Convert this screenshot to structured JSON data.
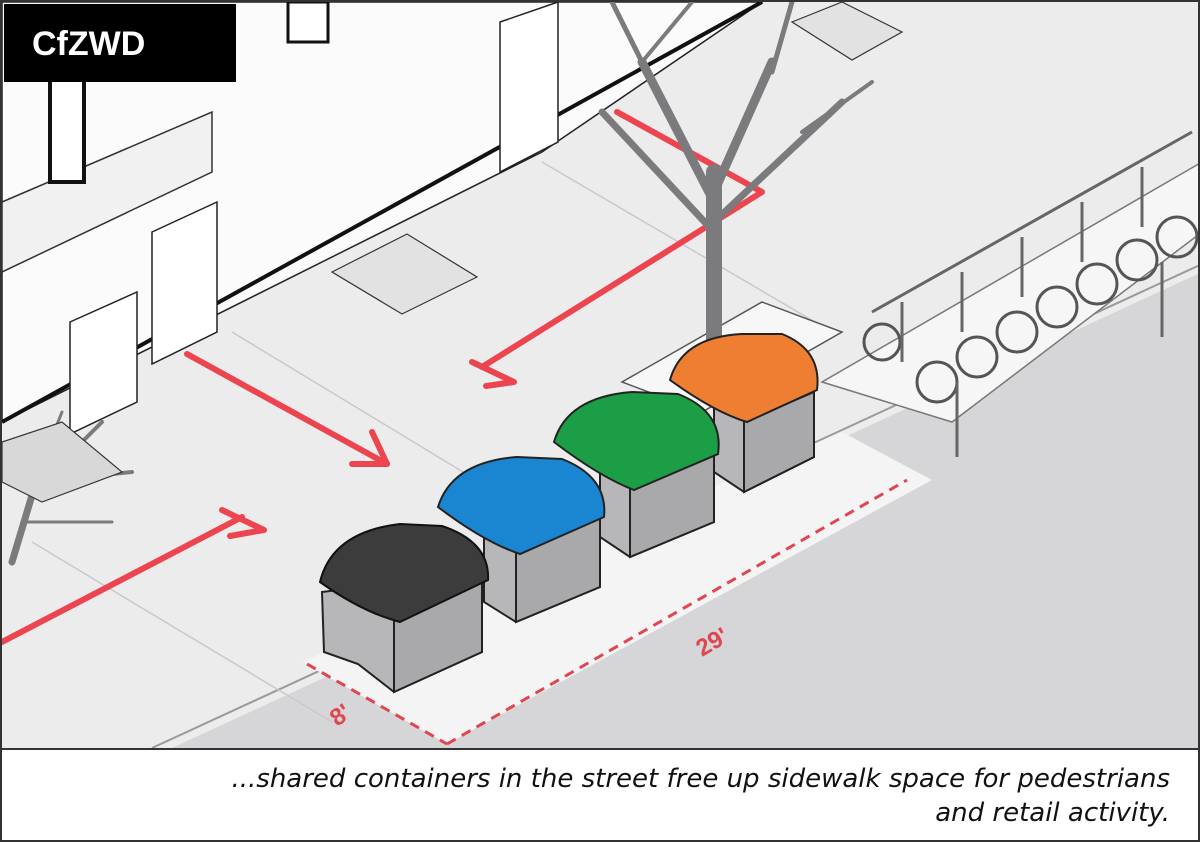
{
  "badge": {
    "label": "CfZWD"
  },
  "dimensions": {
    "width_label": "8'",
    "length_label": "29'"
  },
  "caption": {
    "line1": "...shared containers in the street free up sidewalk space for pedestrians",
    "line2": "and retail activity."
  },
  "colors": {
    "black_bin": "#3c3c3c",
    "blue_bin": "#1a86d2",
    "green_bin": "#1c9e47",
    "orange_bin": "#ee7f32",
    "arrow": "#ec4550",
    "bin_body": "#b7b7b9"
  }
}
